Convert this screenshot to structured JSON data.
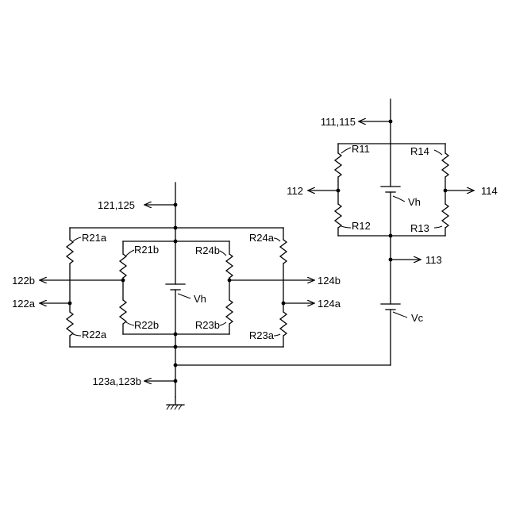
{
  "bridge_circuit": {
    "terminals": {
      "t111_115": "111,115",
      "t112": "112",
      "t113": "113",
      "t114": "114"
    },
    "resistors": {
      "r11": "R11",
      "r12": "R12",
      "r13": "R13",
      "r14": "R14"
    },
    "supply": "Vh"
  },
  "heater_circuit": {
    "terminals": {
      "t121_125": "121,125",
      "t122a": "122a",
      "t122b": "122b",
      "t123": "123a,123b",
      "t124a": "124a",
      "t124b": "124b"
    },
    "resistors": {
      "r21a": "R21a",
      "r21b": "R21b",
      "r22a": "R22a",
      "r22b": "R22b",
      "r23a": "R23a",
      "r23b": "R23b",
      "r24a": "R24a",
      "r24b": "R24b"
    },
    "supply": "Vh"
  },
  "common_supply": "Vc"
}
